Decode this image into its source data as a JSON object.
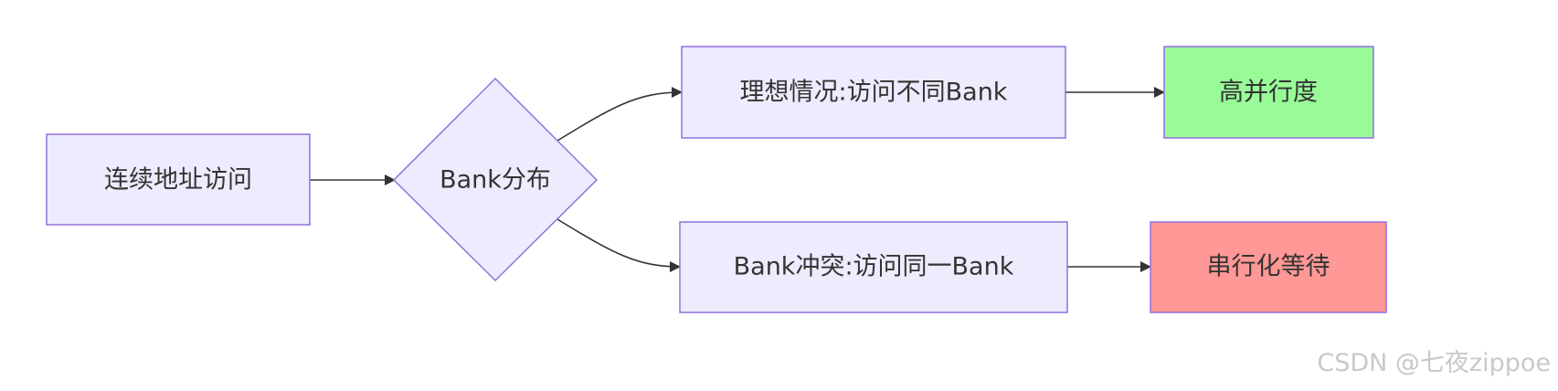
{
  "diagram": {
    "type": "flowchart",
    "direction": "left-to-right",
    "nodes": [
      {
        "id": "start",
        "label": "连续地址访问",
        "shape": "rect"
      },
      {
        "id": "decision",
        "label": "Bank分布",
        "shape": "diamond"
      },
      {
        "id": "ideal",
        "label": "理想情况:访问不同Bank",
        "shape": "rect"
      },
      {
        "id": "conflict",
        "label": "Bank冲突:访问同一Bank",
        "shape": "rect"
      },
      {
        "id": "high",
        "label": "高并行度",
        "shape": "rect",
        "fill": "#98fb98"
      },
      {
        "id": "serial",
        "label": "串行化等待",
        "shape": "rect",
        "fill": "#ff9896"
      }
    ],
    "edges": [
      {
        "from": "start",
        "to": "decision"
      },
      {
        "from": "decision",
        "to": "ideal"
      },
      {
        "from": "decision",
        "to": "conflict"
      },
      {
        "from": "ideal",
        "to": "high"
      },
      {
        "from": "conflict",
        "to": "serial"
      }
    ]
  },
  "colors": {
    "node_fill": "#ececfe",
    "node_stroke": "#9271dd",
    "edge": "#333333",
    "text": "#333333",
    "watermark": "#c9c9c9"
  },
  "watermark": "CSDN @七夜zippoe"
}
